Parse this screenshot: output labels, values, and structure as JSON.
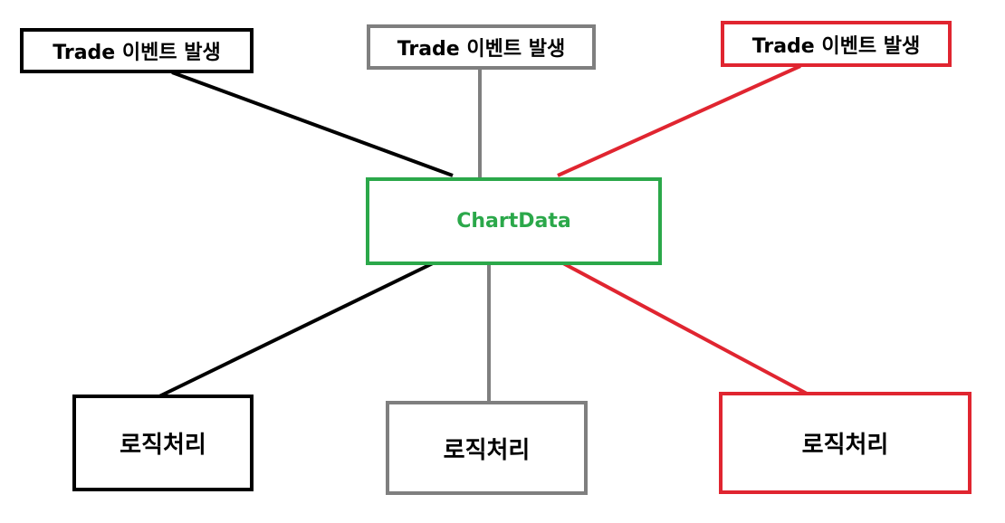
{
  "colors": {
    "black": "#000000",
    "gray": "#7f7f7f",
    "red": "#e02530",
    "green": "#2ba84a"
  },
  "hub": {
    "label": "ChartData"
  },
  "events": [
    {
      "label": "Trade 이벤트 발생",
      "color": "black"
    },
    {
      "label": "Trade 이벤트 발생",
      "color": "gray"
    },
    {
      "label": "Trade 이벤트 발생",
      "color": "red"
    }
  ],
  "logic": [
    {
      "label": "로직처리",
      "color": "black"
    },
    {
      "label": "로직처리",
      "color": "gray"
    },
    {
      "label": "로직처리",
      "color": "red"
    }
  ]
}
